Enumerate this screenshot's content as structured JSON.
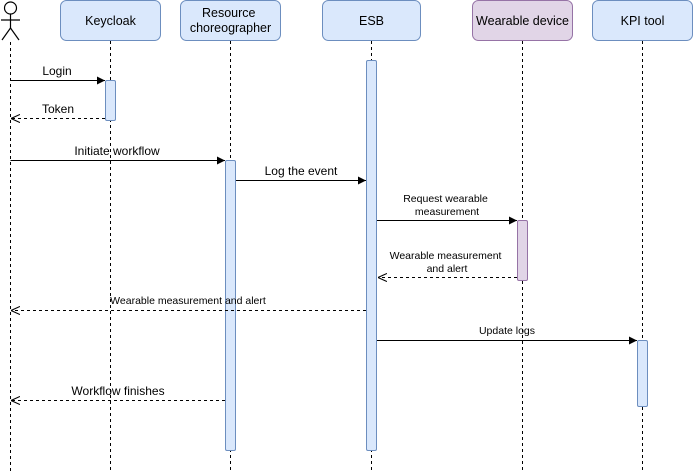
{
  "participants": [
    {
      "id": "actor",
      "label": ""
    },
    {
      "id": "keycloak",
      "label": "Keycloak"
    },
    {
      "id": "chor",
      "label": [
        "Resource",
        "choreographer"
      ]
    },
    {
      "id": "esb",
      "label": "ESB"
    },
    {
      "id": "wearable",
      "label": "Wearable device"
    },
    {
      "id": "kpi",
      "label": "KPI tool"
    }
  ],
  "messages": [
    {
      "id": "login",
      "label": [
        "Login"
      ],
      "style": "solid"
    },
    {
      "id": "token",
      "label": [
        "Token"
      ],
      "style": "dashed"
    },
    {
      "id": "initiate",
      "label": [
        "Initiate workflow"
      ],
      "style": "solid"
    },
    {
      "id": "log",
      "label": [
        "Log the event"
      ],
      "style": "solid"
    },
    {
      "id": "request",
      "label": [
        "Request wearable",
        "measurement"
      ],
      "style": "solid"
    },
    {
      "id": "wm-return",
      "label": [
        "Wearable measurement",
        "and alert"
      ],
      "style": "dashed"
    },
    {
      "id": "wm-actor",
      "label": [
        "Wearable measurement and alert"
      ],
      "style": "dashed"
    },
    {
      "id": "update",
      "label": [
        "Update logs"
      ],
      "style": "solid"
    },
    {
      "id": "finish",
      "label": [
        "Workflow finishes"
      ],
      "style": "dashed"
    }
  ],
  "colors": {
    "box_fill": "#dae8fc",
    "box_stroke": "#6c8ebf",
    "wearable_fill": "#e1d5e7",
    "wearable_stroke": "#9673a6",
    "line": "#000000"
  }
}
